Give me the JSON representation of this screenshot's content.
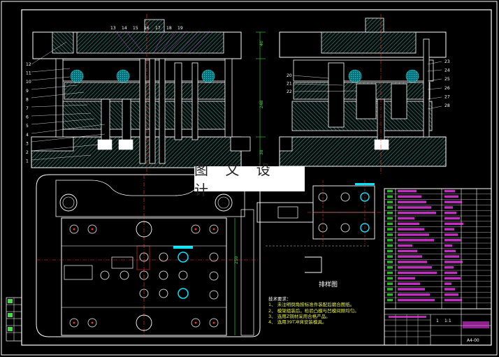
{
  "watermark": "图 文 设 计",
  "layout_label": "排样图",
  "tech_requirements": {
    "heading": "技术要求：",
    "items": [
      "1、 未注明倒角按标准件装配后磨合图纸。",
      "2、 模架组装后，检验凸模与凹模间隙均匀。",
      "3、 选用Z铜材采用合格产品。",
      "4、 选用39T冲床安装模具。"
    ]
  },
  "part_numbers_front_left": [
    "12",
    "11",
    "10",
    "9",
    "8",
    "7",
    "6",
    "5",
    "4",
    "3",
    "2",
    "1"
  ],
  "part_numbers_front_top": [
    "13",
    "14",
    "15",
    "16",
    "17",
    "18",
    "19"
  ],
  "part_numbers_side_left": [
    "20",
    "21",
    "22"
  ],
  "part_numbers_side_right": [
    "23",
    "24",
    "25",
    "26",
    "27",
    "28"
  ],
  "dimension_labels": {
    "height_top": "40",
    "height_total": "248",
    "height_bottom": "38",
    "plan_height": "250"
  },
  "title_block": {
    "scale": "1:1",
    "drawing_no": "A4-00",
    "sheet": "1"
  },
  "colors": {
    "background": "#000000",
    "outline": "#ffffff",
    "section": "#2b8a7a",
    "centerline": "#ff3030",
    "dimension": "#40e040",
    "accent": "#00e6ff",
    "text_yellow": "#e9f04a",
    "magenta": "#ff40ff"
  }
}
